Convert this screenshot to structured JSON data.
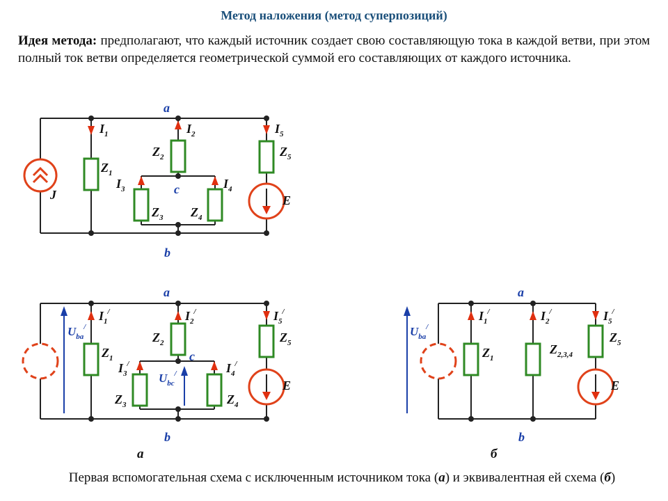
{
  "title": "Метод наложения (метод суперпозиций)",
  "idea": {
    "lead": "Идея метода:",
    "text": " предполагают, что каждый источник создает свою составляющую тока в каждой ветви, при этом полный ток ветви определяется геометрической суммой его составляющих от каждого источника."
  },
  "nodes": {
    "a": "a",
    "b": "b",
    "c": "c"
  },
  "sources": {
    "current": "J",
    "emf": "E"
  },
  "impedances": {
    "z1": "Z",
    "z1_sub": "1",
    "z2": "Z",
    "z2_sub": "2",
    "z3": "Z",
    "z3_sub": "3",
    "z4": "Z",
    "z4_sub": "4",
    "z5": "Z",
    "z5_sub": "5",
    "z234_sub": "2,3,4"
  },
  "currents": {
    "i": "I",
    "s1": "1",
    "s2": "2",
    "s3": "3",
    "s4": "4",
    "s5": "5",
    "prime": "/"
  },
  "voltages": {
    "u": "U",
    "ba_sub": "ba",
    "bc_sub": "bc"
  },
  "sublabels": {
    "left": "а",
    "right": "б"
  },
  "caption": {
    "part1": "Первая вспомогательная схема с исключенным источником тока (",
    "a": "а",
    "part2": ") и эквивалентная ей схема (",
    "b": "б",
    "part3": ")"
  },
  "colors": {
    "wire": "#222222",
    "resistor": "#2f8a24",
    "source": "#e0421a",
    "arrow": "#e03010",
    "voltage": "#1a3fa8",
    "node_label": "#1a3fa8",
    "title": "#1a4f7a"
  }
}
